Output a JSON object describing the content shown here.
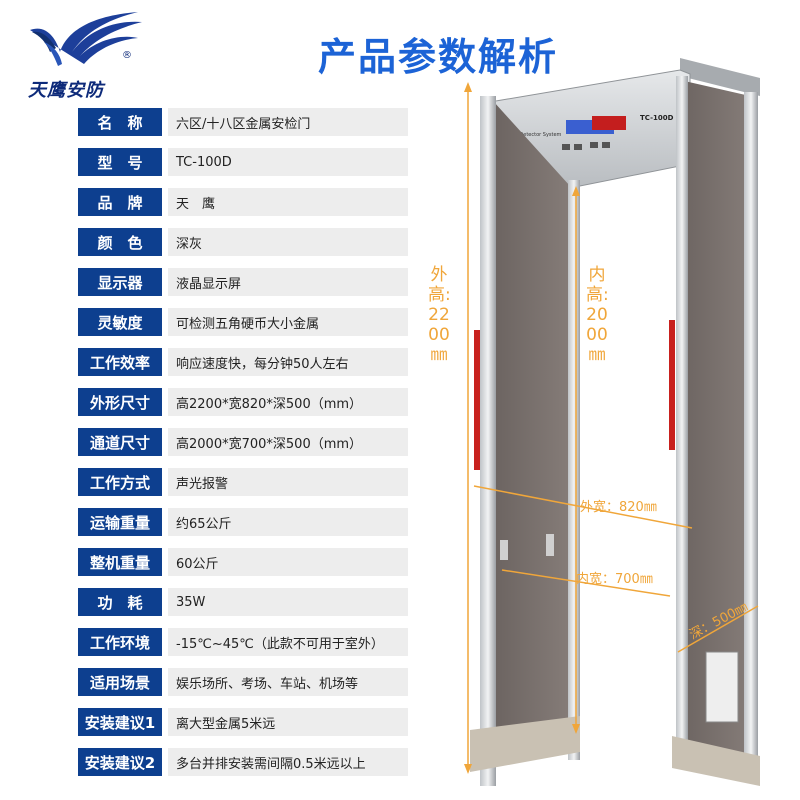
{
  "logo": {
    "brand_text": "天鹰安防",
    "registered_mark": "®"
  },
  "page_title": "产品参数解析",
  "specs": [
    {
      "label": "名　称",
      "value": "六区/十八区金属安检门"
    },
    {
      "label": "型　号",
      "value": "TC-100D"
    },
    {
      "label": "品　牌",
      "value": "天　鹰"
    },
    {
      "label": "颜　色",
      "value": "深灰"
    },
    {
      "label": "显示器",
      "value": "液晶显示屏"
    },
    {
      "label": "灵敏度",
      "value": "可检测五角硬币大小金属"
    },
    {
      "label": "工作效率",
      "value": "响应速度快，每分钟50人左右"
    },
    {
      "label": "外形尺寸",
      "value": "高2200*宽820*深500（mm）"
    },
    {
      "label": "通道尺寸",
      "value": "高2000*宽700*深500（mm）"
    },
    {
      "label": "工作方式",
      "value": "声光报警"
    },
    {
      "label": "运输重量",
      "value": "约65公斤"
    },
    {
      "label": "整机重量",
      "value": "60公斤"
    },
    {
      "label": "功　耗",
      "value": "35W"
    },
    {
      "label": "工作环境",
      "value": "-15℃~45℃（此款不可用于室外）"
    },
    {
      "label": "适用场景",
      "value": "娱乐场所、考场、车站、机场等"
    },
    {
      "label": "安装建议1",
      "value": "离大型金属5米远"
    },
    {
      "label": "安装建议2",
      "value": "多台并排安装需间隔0.5米远以上"
    }
  ],
  "gate": {
    "panel_brand": "Metal Detector System",
    "panel_model": "TC-100D",
    "outer_height": "外高:2200㎜",
    "inner_height": "内高:2000㎜",
    "outer_width": "外宽：820㎜",
    "inner_width": "内宽：700㎜",
    "depth": "深：500㎜"
  },
  "colors": {
    "title": "#1c63d6",
    "label_bg": "#0d3f8f",
    "value_bg": "#ededed",
    "dimension": "#f0a63a"
  }
}
